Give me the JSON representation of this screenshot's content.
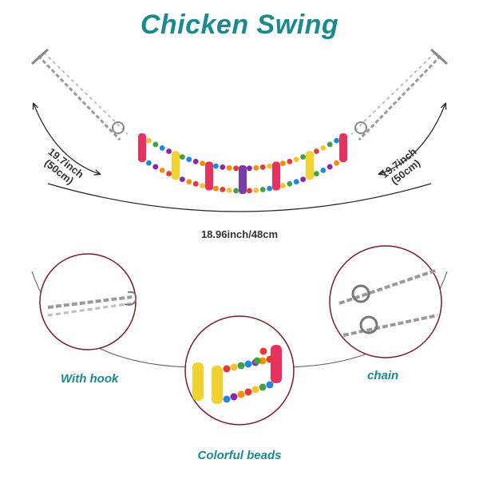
{
  "title": "Chicken Swing",
  "dimensions": {
    "left_length": "19.7inch\n(50cm)",
    "right_length": "19.7inch\n(50cm)",
    "width": "18.96inch/48cm"
  },
  "callouts": {
    "hook": "With hook",
    "beads": "Colorful beads",
    "chain": "chain"
  },
  "colors": {
    "title": "#1a8a8f",
    "rung_colors": [
      "#e8315f",
      "#f2d22e",
      "#e8315f",
      "#7a3da8",
      "#e8315f",
      "#f2d22e",
      "#e8315f"
    ],
    "bead_colors": [
      "#e53935",
      "#fbc02d",
      "#43a047",
      "#1e88e5",
      "#8e24aa",
      "#fb8c00"
    ]
  }
}
